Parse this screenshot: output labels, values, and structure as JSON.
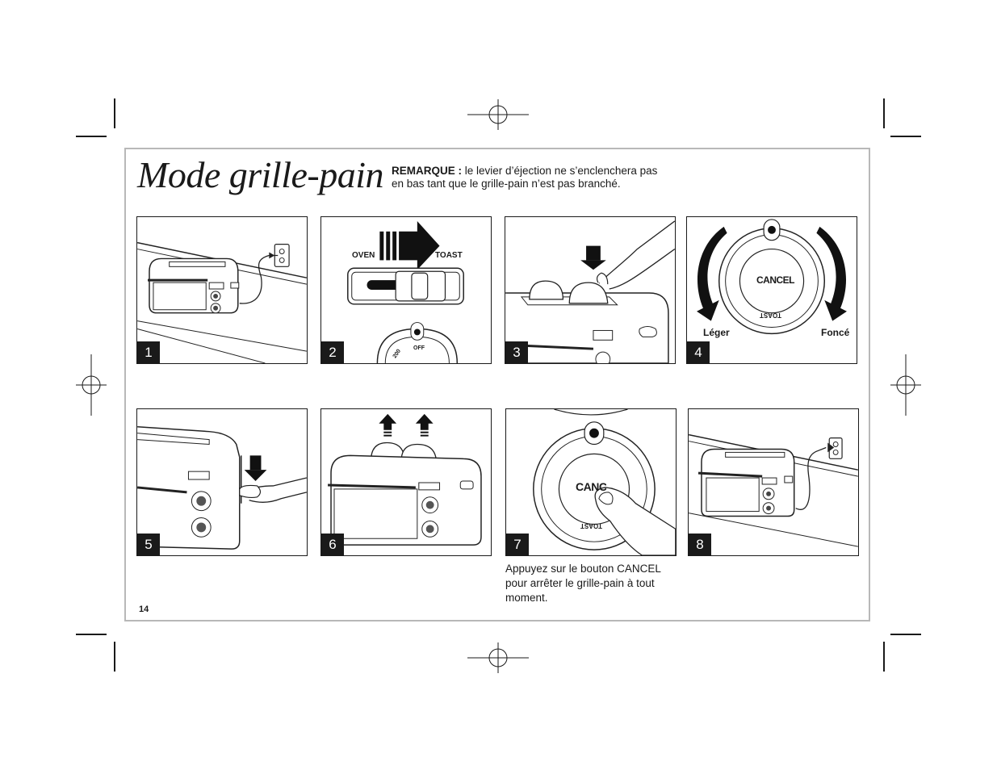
{
  "page": {
    "title": "Mode grille-pain",
    "note_label": "REMARQUE :",
    "note_text": " le levier d’éjection ne s’enclenchera pas en bas tant que le grille-pain n’est pas branché.",
    "page_number": "14"
  },
  "panels": [
    {
      "number": "1"
    },
    {
      "number": "2",
      "switch_left": "OVEN",
      "switch_right": "TOAST",
      "dial_off": "OFF",
      "dial_200": "200"
    },
    {
      "number": "3"
    },
    {
      "number": "4",
      "dial_label": "CANCEL",
      "dial_bottom": "TOAST",
      "left_label": "Léger",
      "right_label": "Foncé"
    },
    {
      "number": "5"
    },
    {
      "number": "6"
    },
    {
      "number": "7",
      "dial_label": "CANCEL",
      "dial_bottom": "TOAST",
      "caption": "Appuyez sur le bouton CANCEL pour arrêter le grille-pain à tout moment."
    },
    {
      "number": "8"
    }
  ]
}
